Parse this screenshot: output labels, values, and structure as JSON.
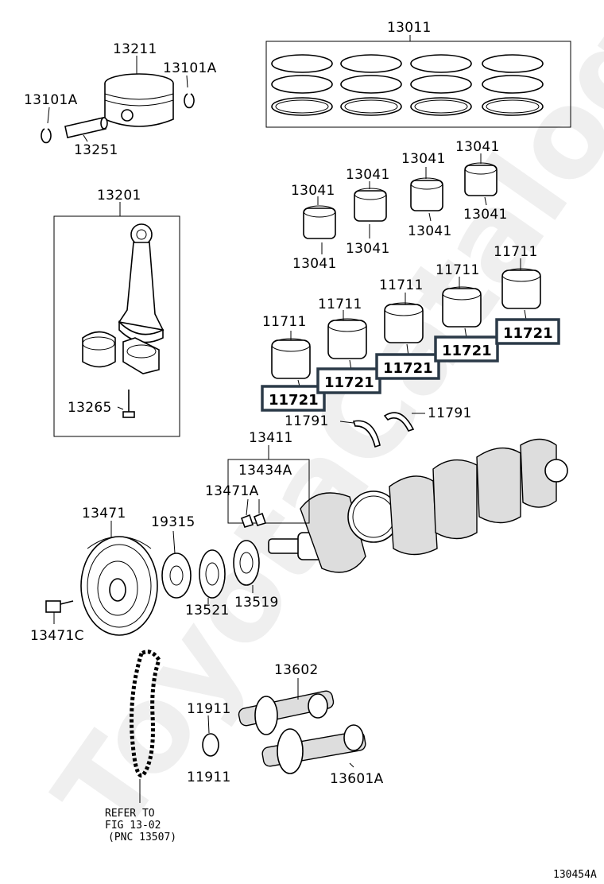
{
  "watermark": "ToyotaCatalog.ru",
  "labels": {
    "p13011": "13011",
    "p13211": "13211",
    "p13101A_r": "13101A",
    "p13101A_l": "13101A",
    "p13251": "13251",
    "p13201": "13201",
    "p13265": "13265",
    "p13041": "13041",
    "p11711": "11711",
    "p11721": "11721",
    "p11791": "11791",
    "p13411": "13411",
    "p13434A": "13434A",
    "p13471A": "13471A",
    "p13471": "13471",
    "p19315": "19315",
    "p13521": "13521",
    "p13519": "13519",
    "p13471C": "13471C",
    "p13602": "13602",
    "p11911": "11911",
    "p13601A": "13601A"
  },
  "reference_note": {
    "line1": "REFER TO",
    "line2": "FIG 13-02",
    "line3": "(PNC 13507)"
  },
  "figure_code": "130454A",
  "highlight_color": "#2b3a48"
}
